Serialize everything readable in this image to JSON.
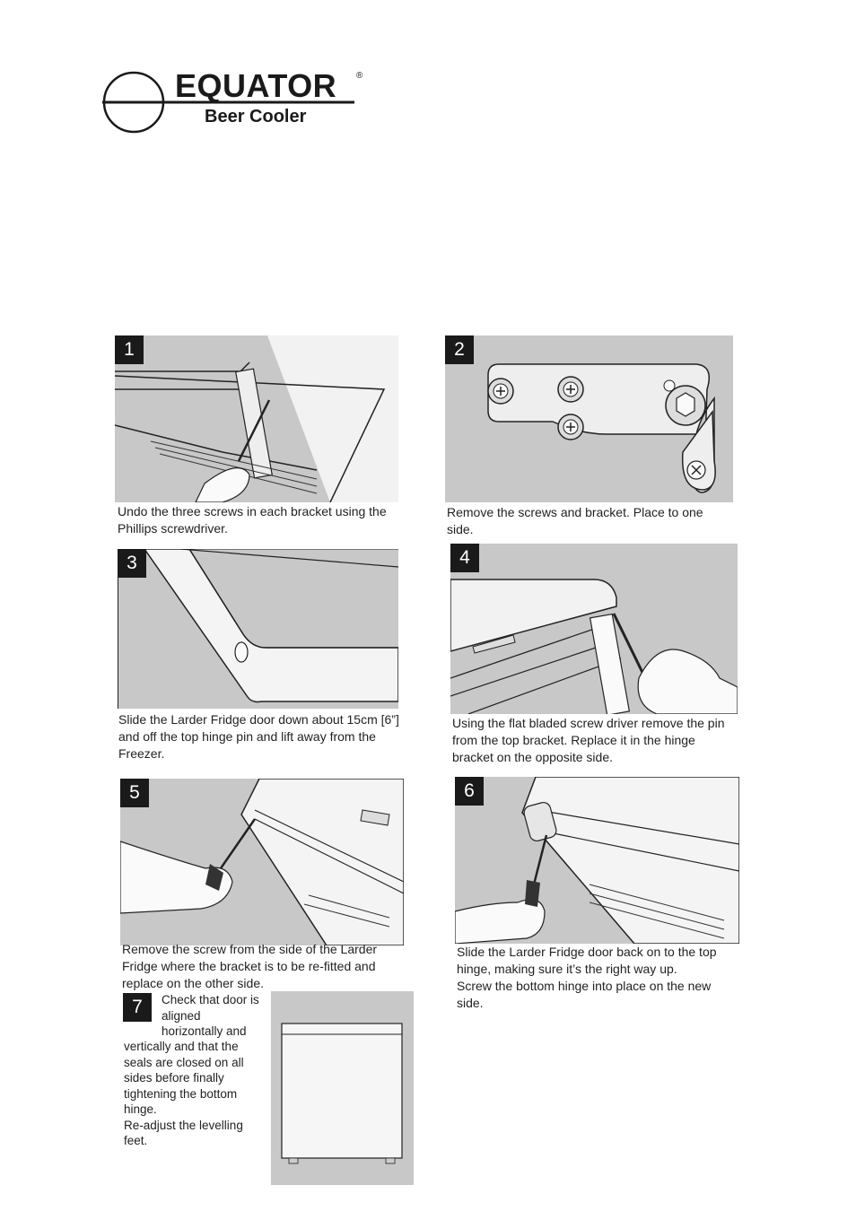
{
  "logo": {
    "brand": "EQUATOR",
    "registered": "®",
    "subtitle": "Beer Cooler"
  },
  "steps": [
    {
      "number": "1",
      "caption": "Undo the three screws in each bracket using the Phillips screwdriver."
    },
    {
      "number": "2",
      "caption": "Remove the screws and bracket. Place to one side."
    },
    {
      "number": "3",
      "caption": "Slide the Larder Fridge door down about 15cm [6”] and off the top hinge pin and lift away from the Freezer."
    },
    {
      "number": "4",
      "caption": "Using the flat bladed screw driver remove the pin from the top bracket. Replace it in the hinge bracket on the opposite side."
    },
    {
      "number": "5",
      "caption": "Remove the screw from the side of the Larder Fridge where the bracket is to be re-fitted and replace on the other side."
    },
    {
      "number": "6",
      "caption": "Slide the Larder Fridge door back on to the top hinge, making sure it’s the right way up.\nScrew the bottom hinge into place on the new side."
    },
    {
      "number": "7",
      "caption_lines": [
        "Check that door is",
        "aligned",
        "horizontally and",
        "vertically and that the",
        "seals are closed on all",
        "sides before finally",
        "tightening the bottom",
        "hinge.",
        "Re-adjust the levelling",
        "feet."
      ]
    }
  ]
}
